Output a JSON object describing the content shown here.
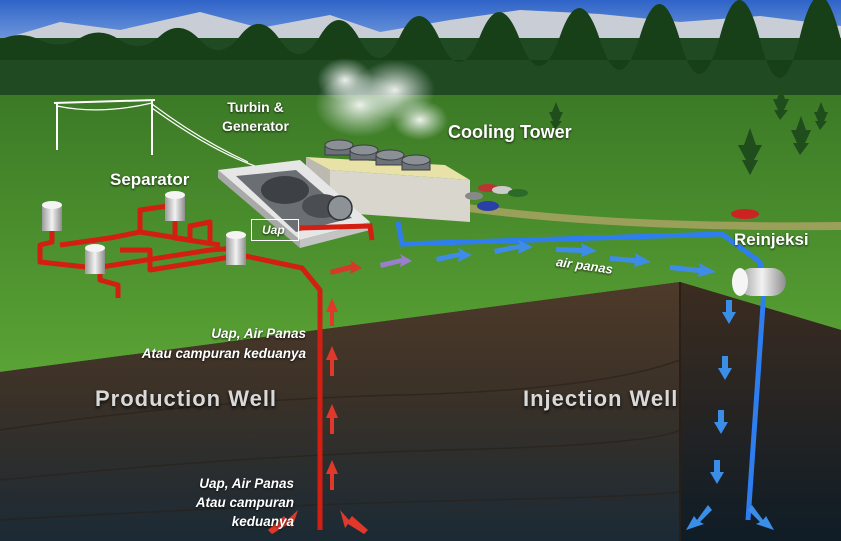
{
  "labels": {
    "turbin_line1": "Turbin &",
    "turbin_line2": "Generator",
    "cooling_tower": "Cooling Tower",
    "separator": "Separator",
    "uap": "Uap",
    "reinjeksi": "Reinjeksi",
    "air_panas": "air panas",
    "mid_note_line1": "Uap, Air Panas",
    "mid_note_line2": "Atau campuran keduanya",
    "production_well": "Production Well",
    "injection_well": "Injection Well",
    "bottom_note_line1": "Uap, Air Panas",
    "bottom_note_line2": "Atau campuran",
    "bottom_note_line3": "keduanya"
  },
  "colors": {
    "hot_pipe": "#d21f12",
    "cold_pipe": "#2f7ef0",
    "grass": "#4c8f2c",
    "soil": "#4a3526"
  }
}
